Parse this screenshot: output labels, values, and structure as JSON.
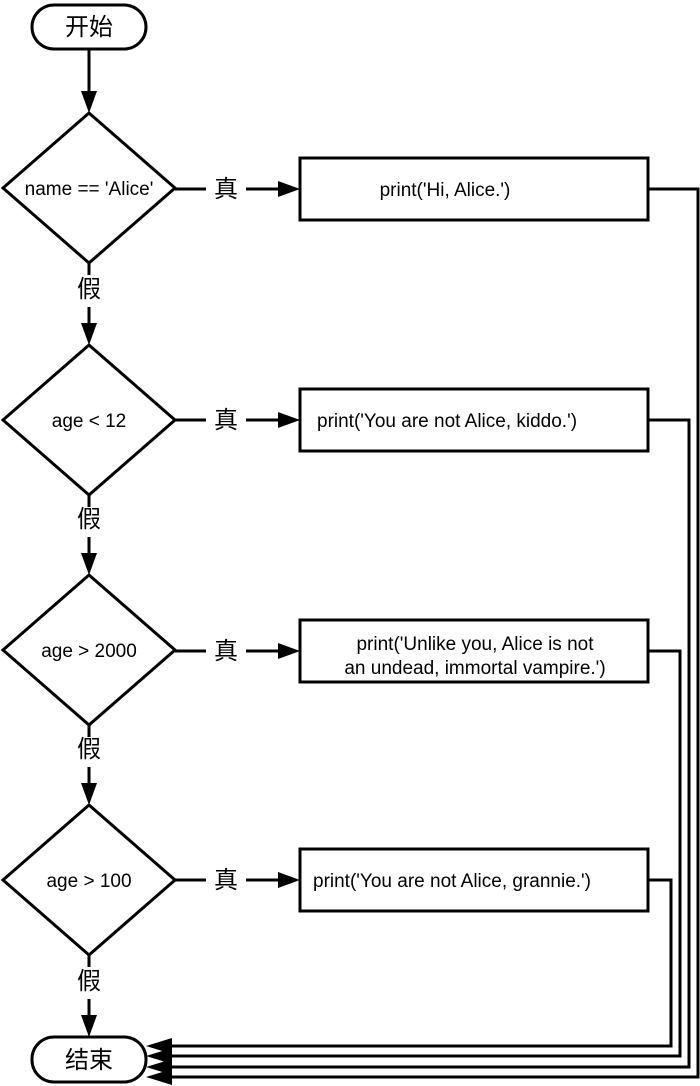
{
  "colors": {
    "line": "#000000",
    "background": "#ffffff",
    "text": "#000000"
  },
  "flow": {
    "start_label": "开始",
    "end_label": "结束",
    "true_label": "真",
    "false_label": "假",
    "decisions": [
      {
        "condition": "name == 'Alice'",
        "action": "print('Hi, Alice.')"
      },
      {
        "condition": "age < 12",
        "action": "print('You are not Alice, kiddo.')"
      },
      {
        "condition": "age > 2000",
        "action_lines": [
          "print('Unlike you, Alice is not",
          "an undead, immortal vampire.')"
        ]
      },
      {
        "condition": "age > 100",
        "action": "print('You are not Alice, grannie.')"
      }
    ]
  }
}
